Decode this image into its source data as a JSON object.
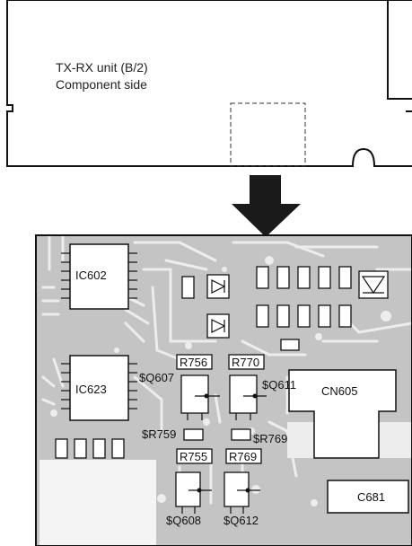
{
  "board": {
    "title": "TX-RX unit (B/2)",
    "subtitle": "Component side"
  },
  "components": {
    "ic602": "IC602",
    "ic623": "IC623",
    "cn605": "CN605",
    "c681": "C681",
    "r756": "R756",
    "r770": "R770",
    "r755": "R755",
    "r769_box": "R769",
    "q607": "$Q607",
    "q611": "$Q611",
    "r759": "$R759",
    "r769": "$R769",
    "q608": "$Q608",
    "q612": "$Q612"
  },
  "colors": {
    "pcb_fill": "#c4c4c4",
    "trace": "#ededed",
    "outline": "#111111",
    "arrow": "#1a1a1a"
  },
  "icons": {
    "arrow": "down-arrow-icon"
  }
}
